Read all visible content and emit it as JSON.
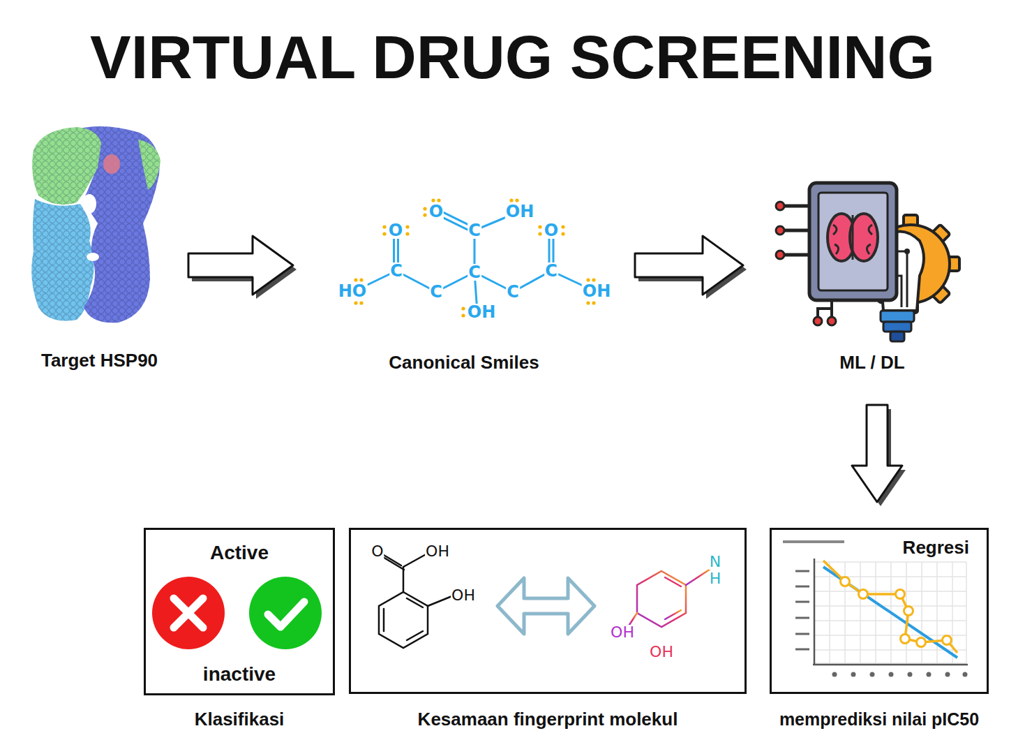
{
  "diagram": {
    "title": "VIRTUAL DRUG SCREENING",
    "nodes": [
      {
        "text": [
          "Target HSP90"
        ]
      },
      {
        "text": [
          "Canonical Smiles"
        ]
      },
      {
        "text": [
          "ML / DL"
        ]
      },
      {
        "text": [
          "Active",
          "inactive",
          "Klasifikasi"
        ]
      },
      {
        "text": [
          "Kesamaan fingerprint molekul"
        ]
      },
      {
        "text": [
          "Regresi",
          "memprediksi nilai pIC50"
        ]
      }
    ],
    "edges": [
      {
        "from": 0,
        "to": 1,
        "arrow": "to"
      },
      {
        "from": 1,
        "to": 2,
        "arrow": "to"
      },
      {
        "from": 2,
        "to": 5,
        "arrow": "to"
      }
    ],
    "labels": [
      "O",
      "OH",
      "O",
      "C",
      "O",
      "C",
      "C",
      "C",
      "HO",
      "C",
      "C",
      "OH",
      "OH",
      "O",
      "OH",
      "OH",
      "N",
      "H",
      "OH",
      "OH"
    ]
  }
}
